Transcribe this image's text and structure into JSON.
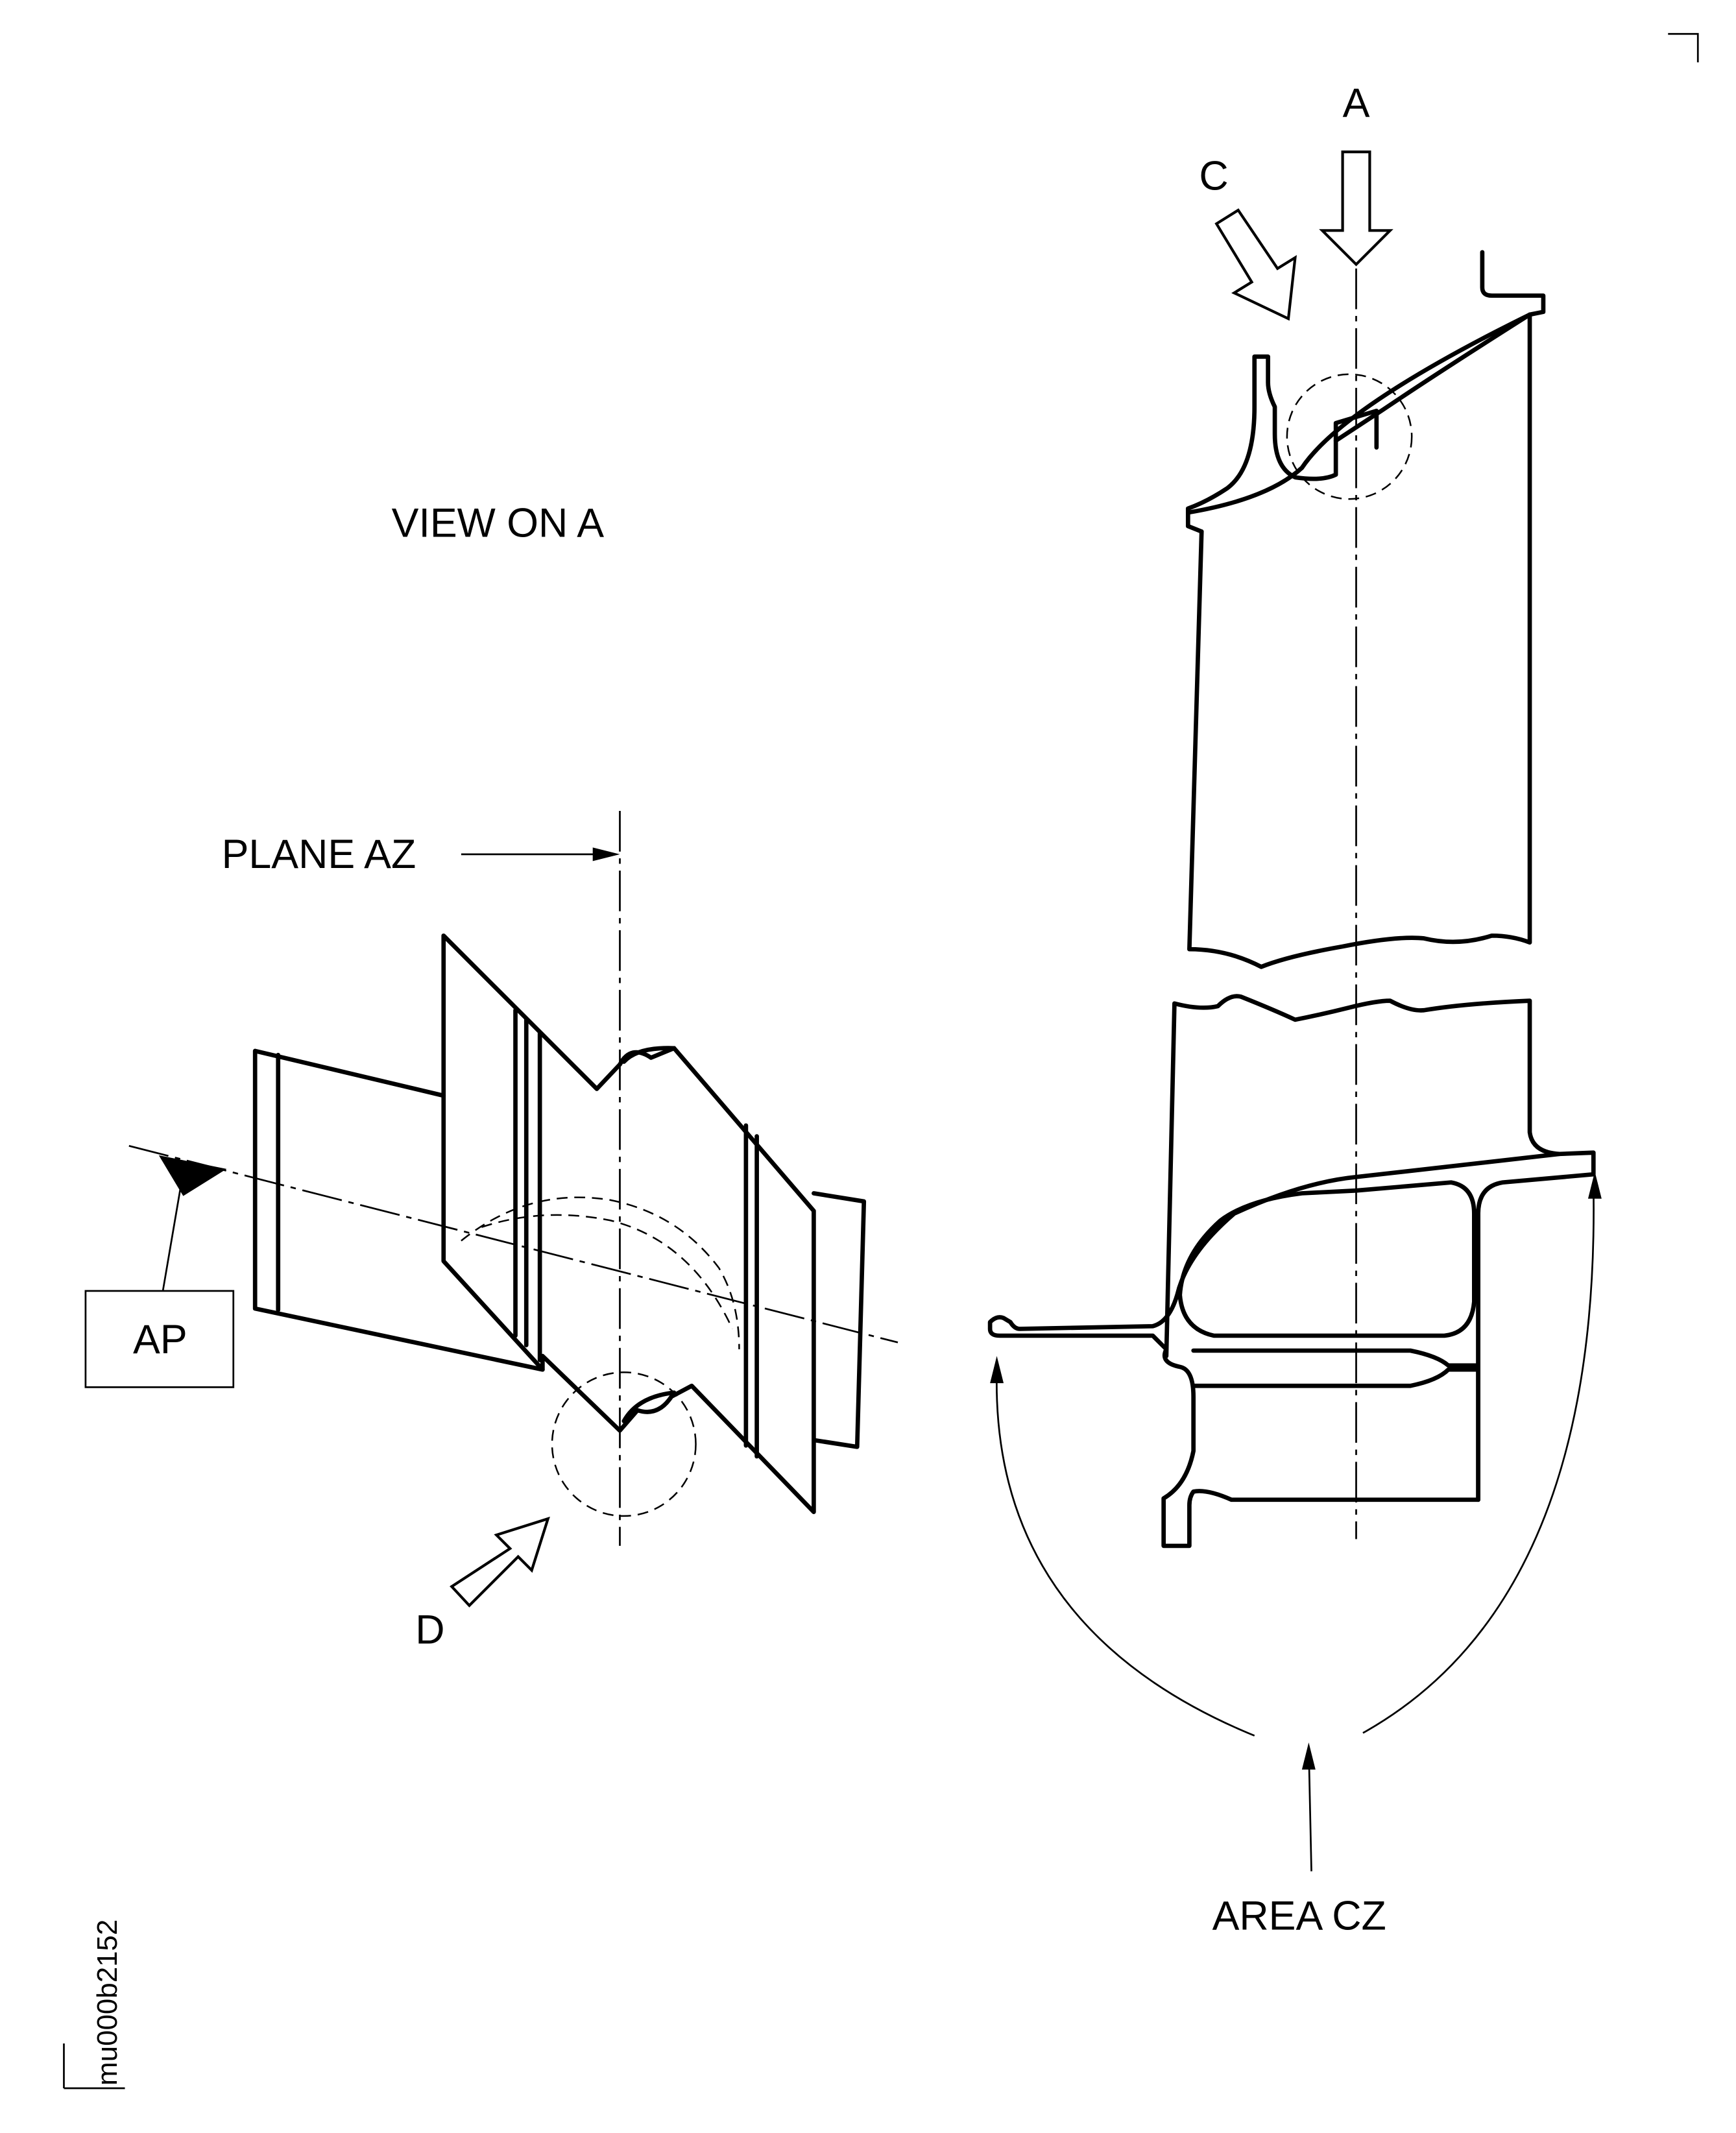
{
  "labels": {
    "arrow_a": "A",
    "arrow_c": "C",
    "view_on_a": "VIEW ON A",
    "plane_az": "PLANE AZ",
    "datum_ap": "AP",
    "arrow_d": "D",
    "area_cz": "AREA CZ",
    "drawing_id": "mu000b2152"
  },
  "colors": {
    "line": "#000000",
    "background": "#ffffff"
  }
}
